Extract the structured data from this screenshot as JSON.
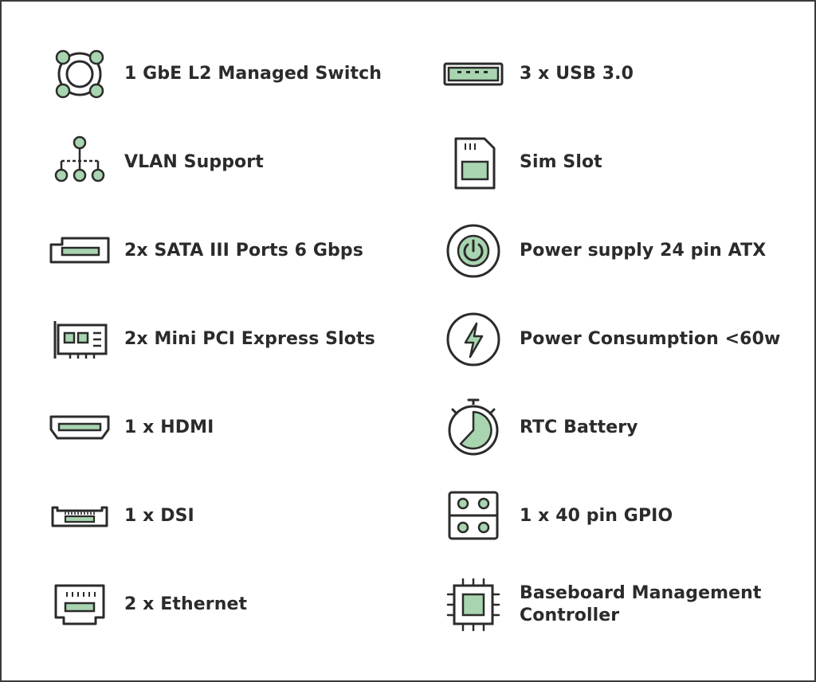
{
  "colors": {
    "accent": "#a8d5b0",
    "ink": "#2b2b2b",
    "border": "#3a3a3a"
  },
  "left_features": [
    {
      "label": "1 GbE L2 Managed Switch",
      "icon": "switch-ring-icon"
    },
    {
      "label": "VLAN Support",
      "icon": "network-tree-icon"
    },
    {
      "label": "2x SATA III Ports 6 Gbps",
      "icon": "sata-port-icon"
    },
    {
      "label": "2x Mini PCI Express Slots",
      "icon": "pci-card-icon"
    },
    {
      "label": "1 x HDMI",
      "icon": "hdmi-port-icon"
    },
    {
      "label": "1 x DSI",
      "icon": "dsi-connector-icon"
    },
    {
      "label": "2 x Ethernet",
      "icon": "ethernet-port-icon"
    }
  ],
  "right_features": [
    {
      "label": "3 x USB 3.0",
      "icon": "usb-port-icon"
    },
    {
      "label": "Sim Slot",
      "icon": "sim-card-icon"
    },
    {
      "label": "Power supply 24 pin ATX",
      "icon": "power-button-icon"
    },
    {
      "label": "Power Consumption <60w",
      "icon": "lightning-bolt-icon"
    },
    {
      "label": "RTC Battery",
      "icon": "stopwatch-icon"
    },
    {
      "label": "1 x 40 pin GPIO",
      "icon": "gpio-header-icon"
    },
    {
      "label": "Baseboard Management\nController",
      "icon": "chip-icon"
    }
  ]
}
